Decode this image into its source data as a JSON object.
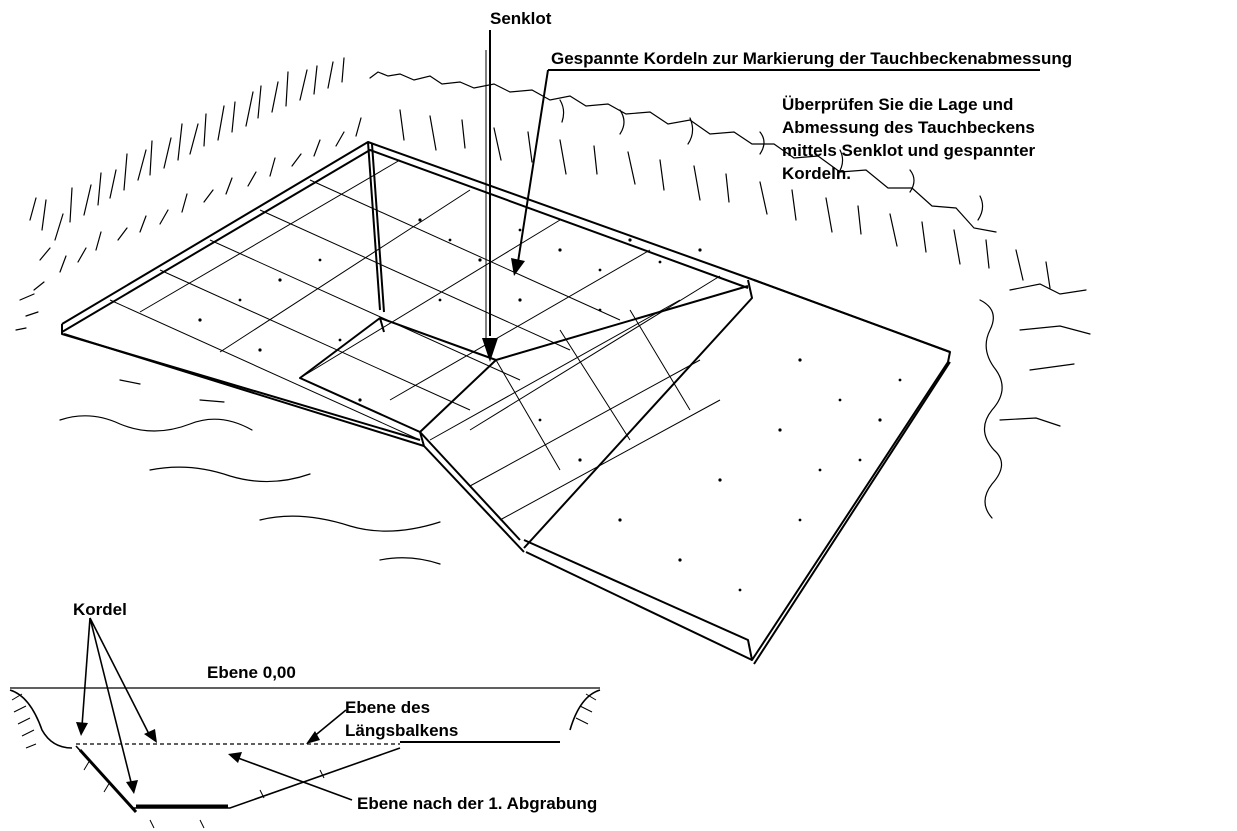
{
  "labels": {
    "senklot": "Senklot",
    "gespannte_kordeln": "Gespannte Kordeln zur Markierung der Tauchbeckenabmessung",
    "note": "Überprüfen Sie die Lage und\nAbmessung des Tauchbeckens\nmittels Senklot und gespannter\nKordeln.",
    "kordel": "Kordel",
    "ebene_0": "Ebene 0,00",
    "ebene_laengsbalken": "Ebene des\nLängsbalkens",
    "ebene_abgrabung": "Ebene nach der 1. Abgrabung"
  },
  "colors": {
    "ink": "#000000",
    "background": "#ffffff"
  }
}
